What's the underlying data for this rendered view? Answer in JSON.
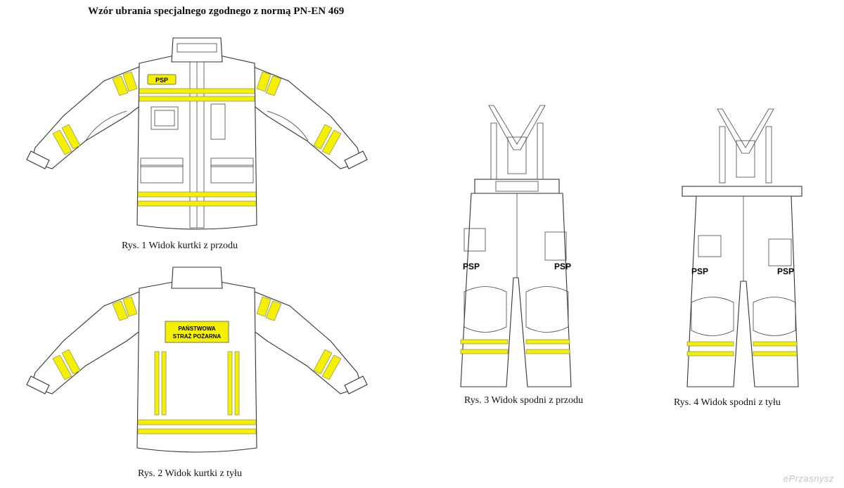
{
  "title": "Wzór ubrania specjalnego zgodnego z normą PN-EN 469",
  "figures": {
    "jacket_front": {
      "caption": "Rys. 1 Widok kurtki z przodu",
      "badge": "PSP"
    },
    "jacket_back": {
      "caption": "Rys. 2 Widok kurtki z tyłu",
      "patch_line1": "PAŃSTWOWA",
      "patch_line2": "STRAŻ POŻARNA"
    },
    "trousers_front": {
      "caption": "Rys. 3 Widok spodni z przodu",
      "badge": "PSP"
    },
    "trousers_back": {
      "caption": "Rys. 4 Widok spodni z tyłu",
      "badge": "PSP"
    }
  },
  "watermark": "ePrzasnysz",
  "colors": {
    "reflective": "#f4f000",
    "line": "#333333"
  }
}
